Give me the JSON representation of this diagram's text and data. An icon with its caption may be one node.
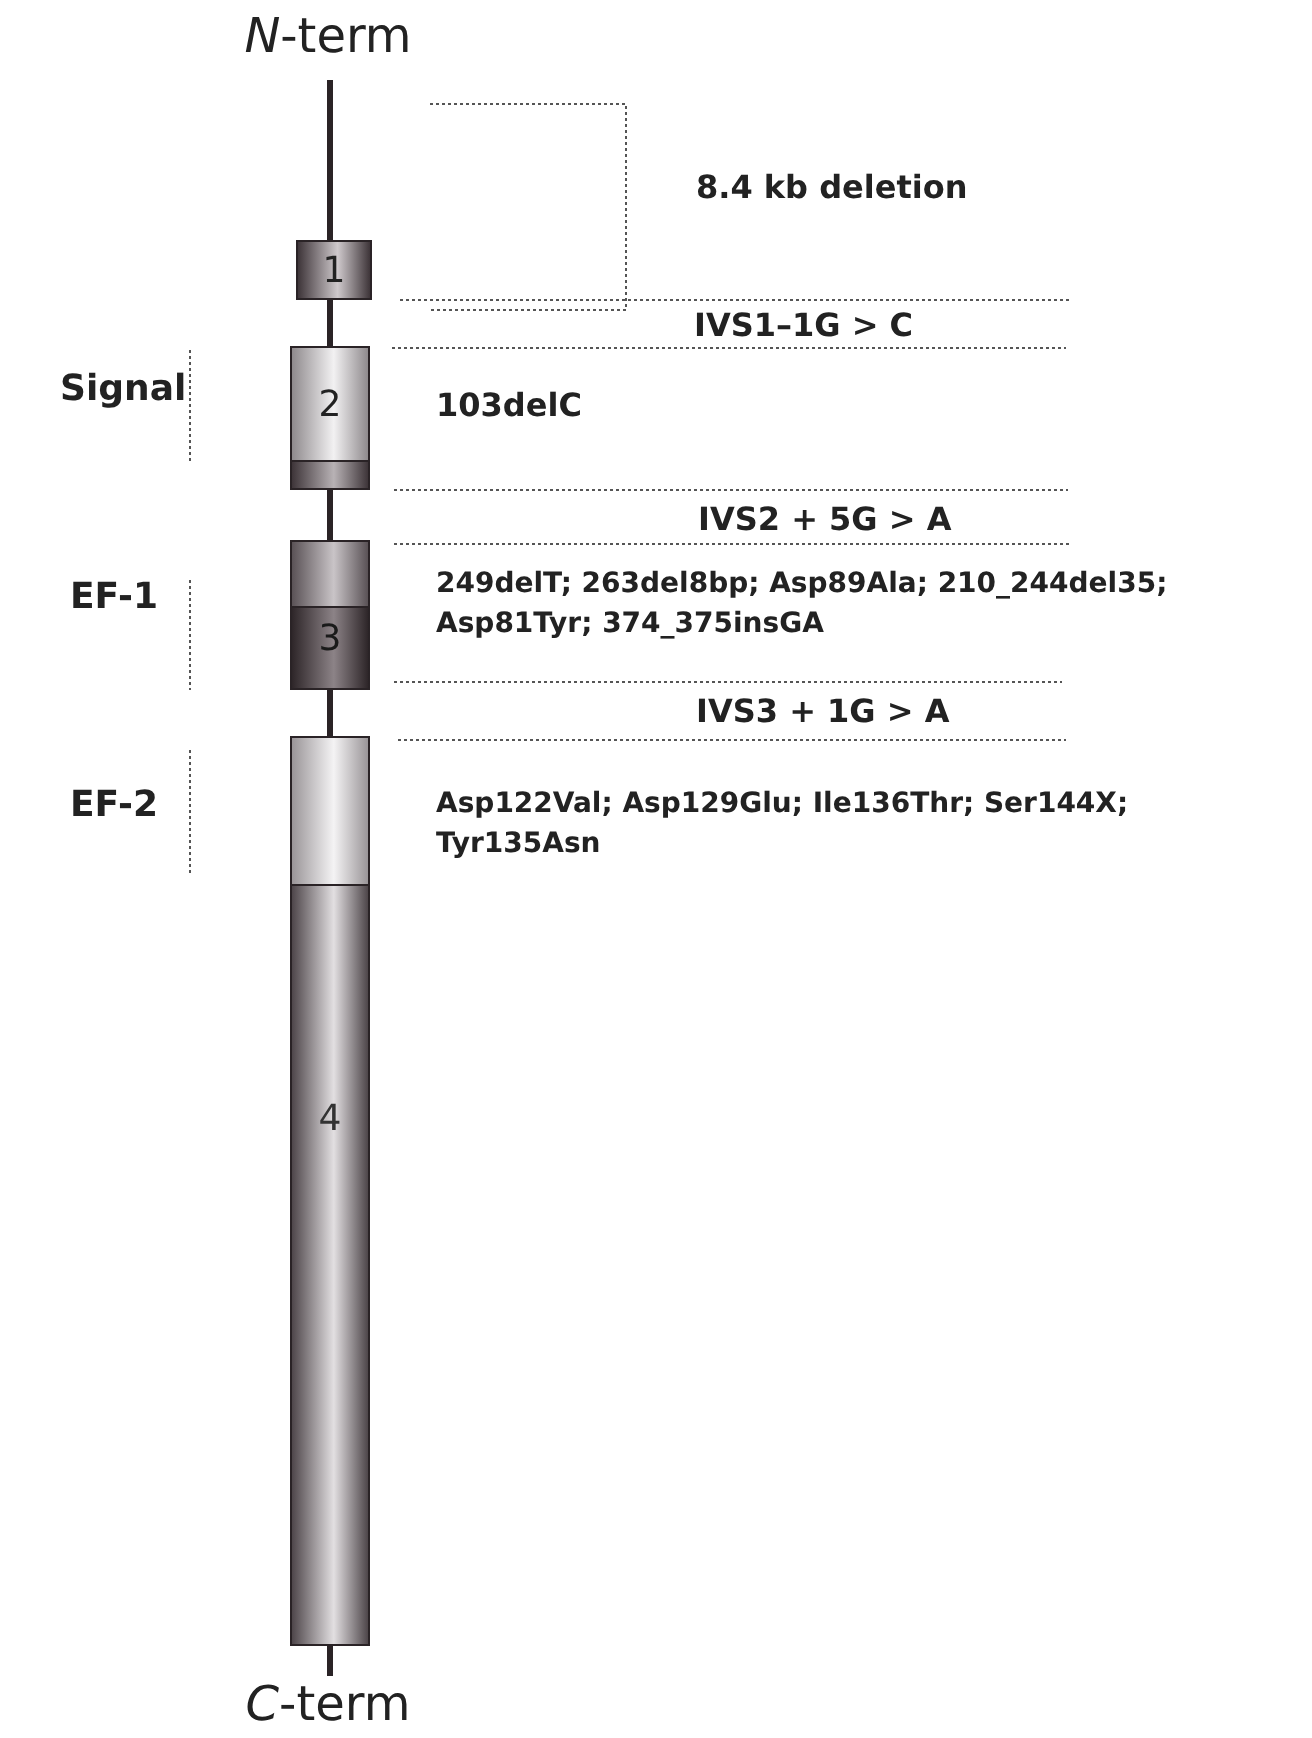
{
  "diagram": {
    "nodes": [
      {
        "text": [
          "*N*-term"
        ]
      },
      {
        "text": [
          "1"
        ]
      },
      {
        "text": [
          "2"
        ]
      },
      {
        "text": [
          "3"
        ]
      },
      {
        "text": [
          "4"
        ]
      },
      {
        "text": [
          "*C*-term"
        ]
      }
    ],
    "edges": [
      {
        "from": 0,
        "to": 1,
        "arrow": "none"
      },
      {
        "from": 1,
        "to": 2,
        "arrow": "none"
      },
      {
        "from": 2,
        "to": 3,
        "arrow": "none"
      },
      {
        "from": 3,
        "to": 4,
        "arrow": "none"
      },
      {
        "from": 4,
        "to": 5,
        "arrow": "none"
      }
    ],
    "labels": [
      "8.4 kb deletion",
      "IVS1–1G > C",
      "Signal",
      "103delC",
      "IVS2 + 5G > A",
      "EF-1",
      "249delT; 263del8bp; Asp89Ala; 210_244del35; Asp81Tyr; 374_375insGA",
      "IVS3 + 1G > A",
      "EF-2",
      "Asp122Val; Asp129Glu; Ile136Thr; Ser144X; Tyr135Asn"
    ]
  }
}
